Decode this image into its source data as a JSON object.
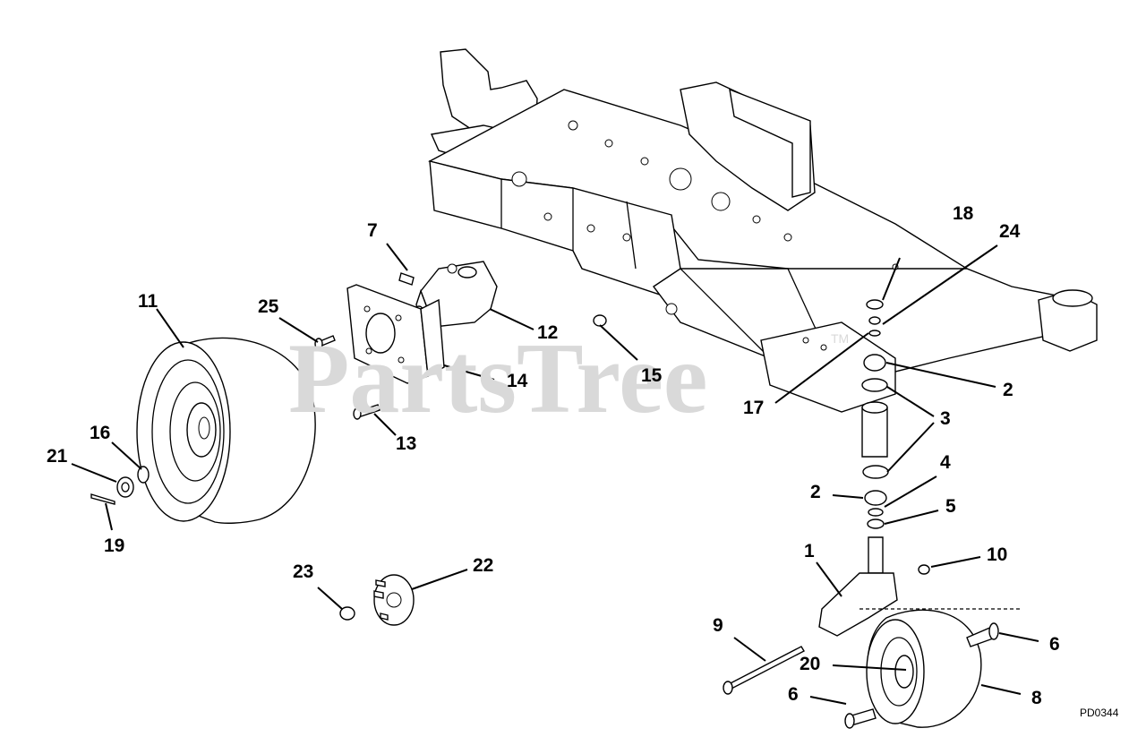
{
  "watermark": {
    "text": "PartsTree",
    "trademark": "TM"
  },
  "drawing_code": "PD0344",
  "callouts": {
    "c1": "1",
    "c2a": "2",
    "c2b": "2",
    "c3": "3",
    "c4": "4",
    "c5": "5",
    "c6a": "6",
    "c6b": "6",
    "c7": "7",
    "c8": "8",
    "c9": "9",
    "c10": "10",
    "c11": "11",
    "c12": "12",
    "c13": "13",
    "c14": "14",
    "c15": "15",
    "c16": "16",
    "c17": "17",
    "c18": "18",
    "c19": "19",
    "c20": "20",
    "c21": "21",
    "c22": "22",
    "c23": "23",
    "c24": "24",
    "c25": "25"
  },
  "colors": {
    "ink": "#000000",
    "paper": "#ffffff",
    "watermark": "#d9d9d9"
  }
}
